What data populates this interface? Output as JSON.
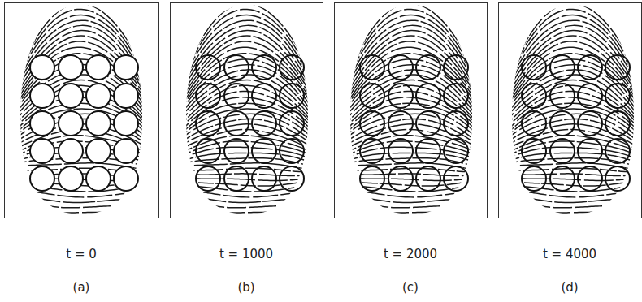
{
  "diagram": {
    "labels": [
      "t = 0",
      "(a)",
      "t = 1000",
      "(b)",
      "t = 2000",
      "(c)",
      "t = 4000",
      "(d)"
    ]
  }
}
